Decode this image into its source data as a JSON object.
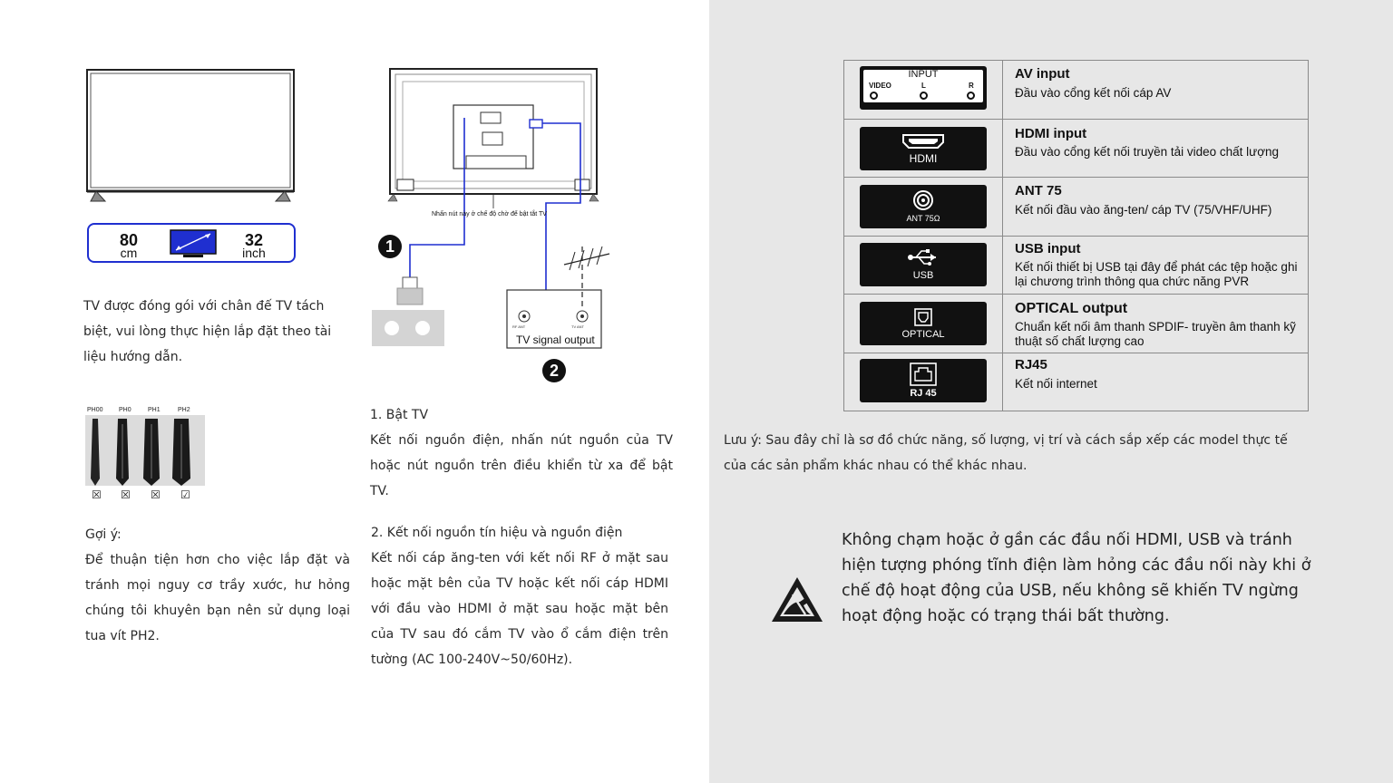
{
  "tv_size": {
    "cm_value": "80",
    "cm_unit": "cm",
    "inch_value": "32",
    "inch_unit": "inch"
  },
  "intro_text": "TV được đóng gói với chân đế TV tách biệt, vui lòng thực hiện lắp đặt theo tài liệu hướng dẫn.",
  "diagram": {
    "button_note": "Nhấn nút này ở chế độ chờ để bật tắt TV",
    "step_1": "1",
    "step_2": "2",
    "tv_signal_output": "TV signal output",
    "rf_ant_label": "RF ANT",
    "tv_ant_label": "TV ANT"
  },
  "screwdrivers": {
    "labels": [
      "PH00",
      "PH0",
      "PH1",
      "PH2"
    ],
    "marks": [
      "☒",
      "☒",
      "☒",
      "☑"
    ]
  },
  "tip": {
    "heading": "Gợi ý:",
    "body": "Để thuận tiện hơn cho việc lắp đặt và tránh mọi nguy cơ trầy xước, hư hỏng chúng tôi khuyên bạn nên sử dụng loại tua vít PH2."
  },
  "step1": {
    "heading": "1. Bật TV",
    "body": "Kết nối nguồn điện, nhấn nút nguồn của TV hoặc nút nguồn trên điều khiển từ xa để bật TV."
  },
  "step2": {
    "heading": "2. Kết nối nguồn tín hiệu và nguồn điện",
    "body": "Kết nối cáp ăng-ten với kết nối RF ở mặt sau hoặc mặt bên của TV hoặc kết nối cáp HDMI với đầu vào HDMI ở mặt sau hoặc mặt bên của TV sau đó cắm TV vào ổ cắm điện trên tường (AC 100-240V~50/60Hz)."
  },
  "connectors": {
    "av": {
      "icon_title": "INPUT",
      "icon_video": "VIDEO",
      "icon_l": "L",
      "icon_r": "R",
      "title": "AV input",
      "desc": "Đầu vào cổng kết nối cáp AV"
    },
    "hdmi": {
      "icon_label": "HDMI",
      "title": "HDMI input",
      "desc": "Đầu vào cổng kết nối truyền tải video chất lượng"
    },
    "ant": {
      "icon_label": "ANT 75Ω",
      "title": "ANT 75",
      "desc": "Kết nối đầu vào ăng-ten/ cáp TV (75/VHF/UHF)"
    },
    "usb": {
      "icon_label": "USB",
      "title": "USB input",
      "desc": "Kết nối thiết bị USB tại đây để phát các tệp hoặc ghi lại chương trình thông qua chức năng PVR"
    },
    "optical": {
      "icon_label": "OPTICAL",
      "title": "OPTICAL output",
      "desc": "Chuẩn kết nối âm thanh SPDIF- truyền âm thanh kỹ thuật số chất lượng cao"
    },
    "rj45": {
      "icon_label": "RJ 45",
      "title": "RJ45",
      "desc": "Kết nối internet"
    }
  },
  "note": "Lưu ý: Sau đây chỉ là sơ đồ chức năng, số lượng, vị trí và cách sắp xếp các model thực tế của các sản phẩm khác nhau có thể khác nhau.",
  "warning": "Không chạm hoặc ở gần các đầu nối HDMI, USB và tránh hiện tượng phóng tĩnh điện làm hỏng các đầu nối này khi ở chế độ hoạt động của USB, nếu không sẽ khiến TV ngừng hoạt động hoặc có trạng thái bất thường.",
  "colors": {
    "accent_blue": "#1f2fd0",
    "right_panel_bg": "#e7e7e7",
    "connector_block": "#111111"
  }
}
